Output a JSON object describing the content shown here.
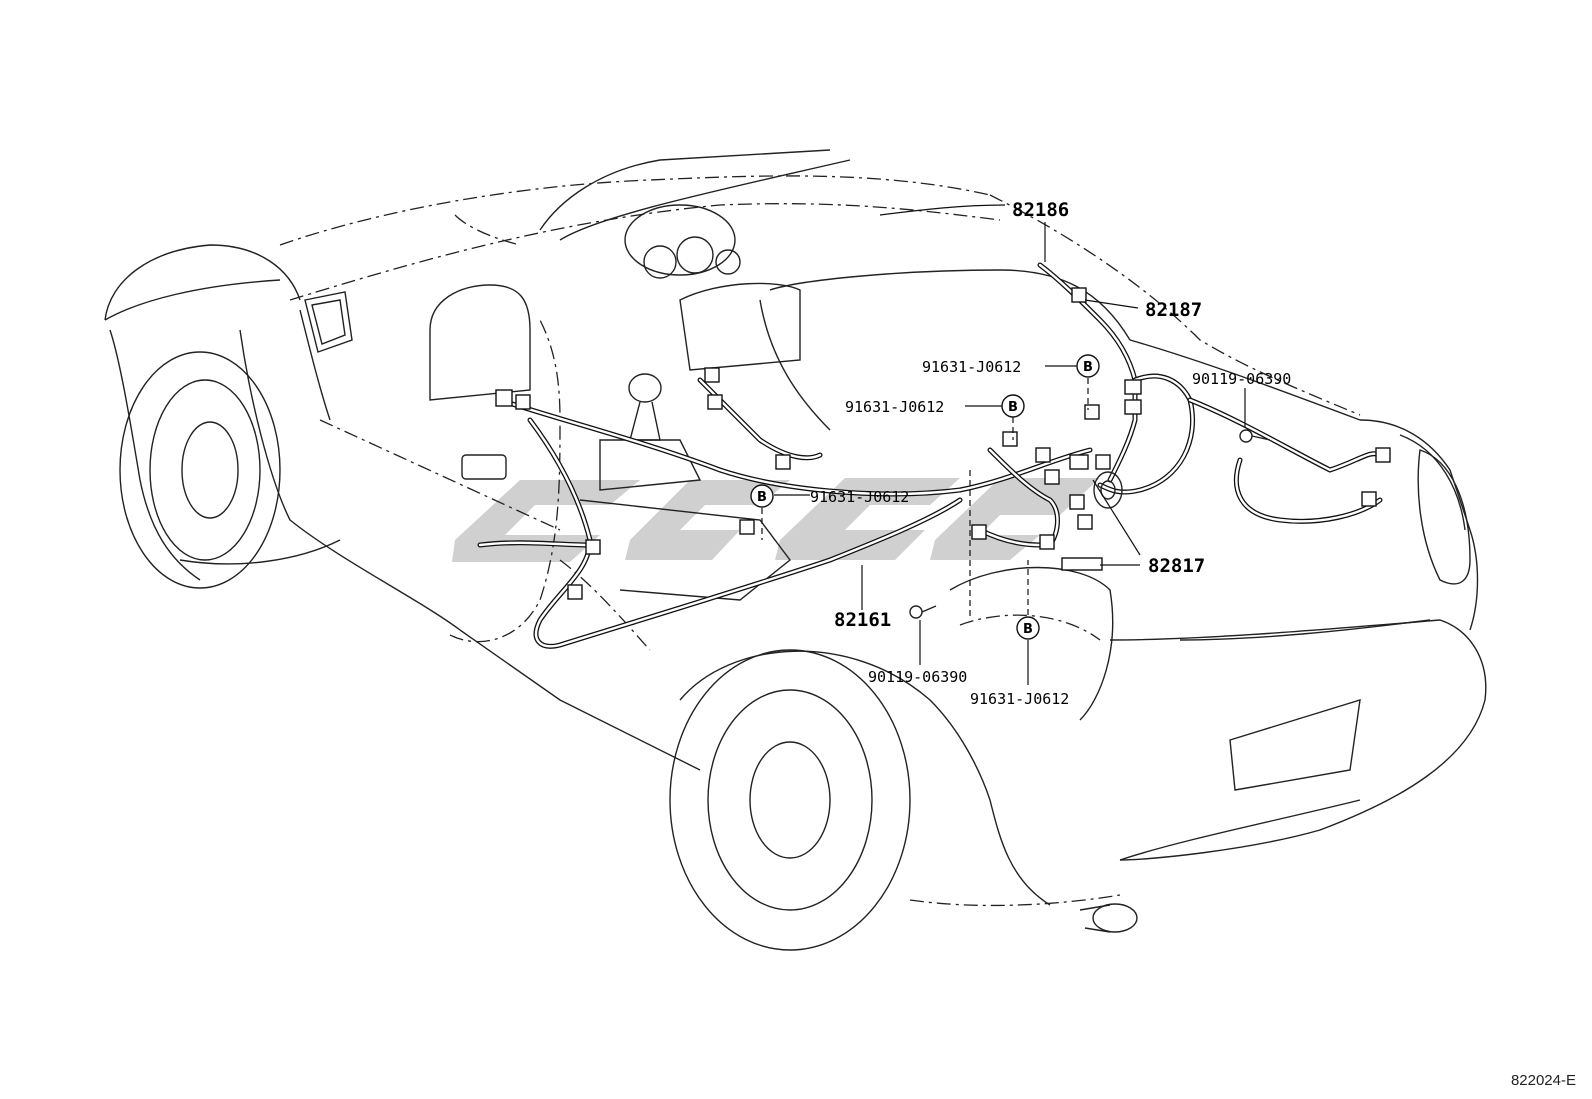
{
  "diagram": {
    "parts": [
      {
        "id": "p-82186",
        "label": "82186"
      },
      {
        "id": "p-82187",
        "label": "82187"
      },
      {
        "id": "p-82817",
        "label": "82817"
      },
      {
        "id": "p-82161",
        "label": "82161"
      }
    ],
    "fasteners": [
      {
        "id": "f-1",
        "label": "91631-J0612"
      },
      {
        "id": "f-2",
        "label": "91631-J0612"
      },
      {
        "id": "f-3",
        "label": "91631-J0612"
      },
      {
        "id": "f-4",
        "label": "91631-J0612"
      },
      {
        "id": "f-5",
        "label": "90119-06390"
      },
      {
        "id": "f-6",
        "label": "90119-06390"
      }
    ],
    "callout_letter": "B",
    "figure_code": "822024-E",
    "colors": {
      "line": "#222222",
      "watermark": "#c8c8c8",
      "background": "#ffffff"
    }
  }
}
